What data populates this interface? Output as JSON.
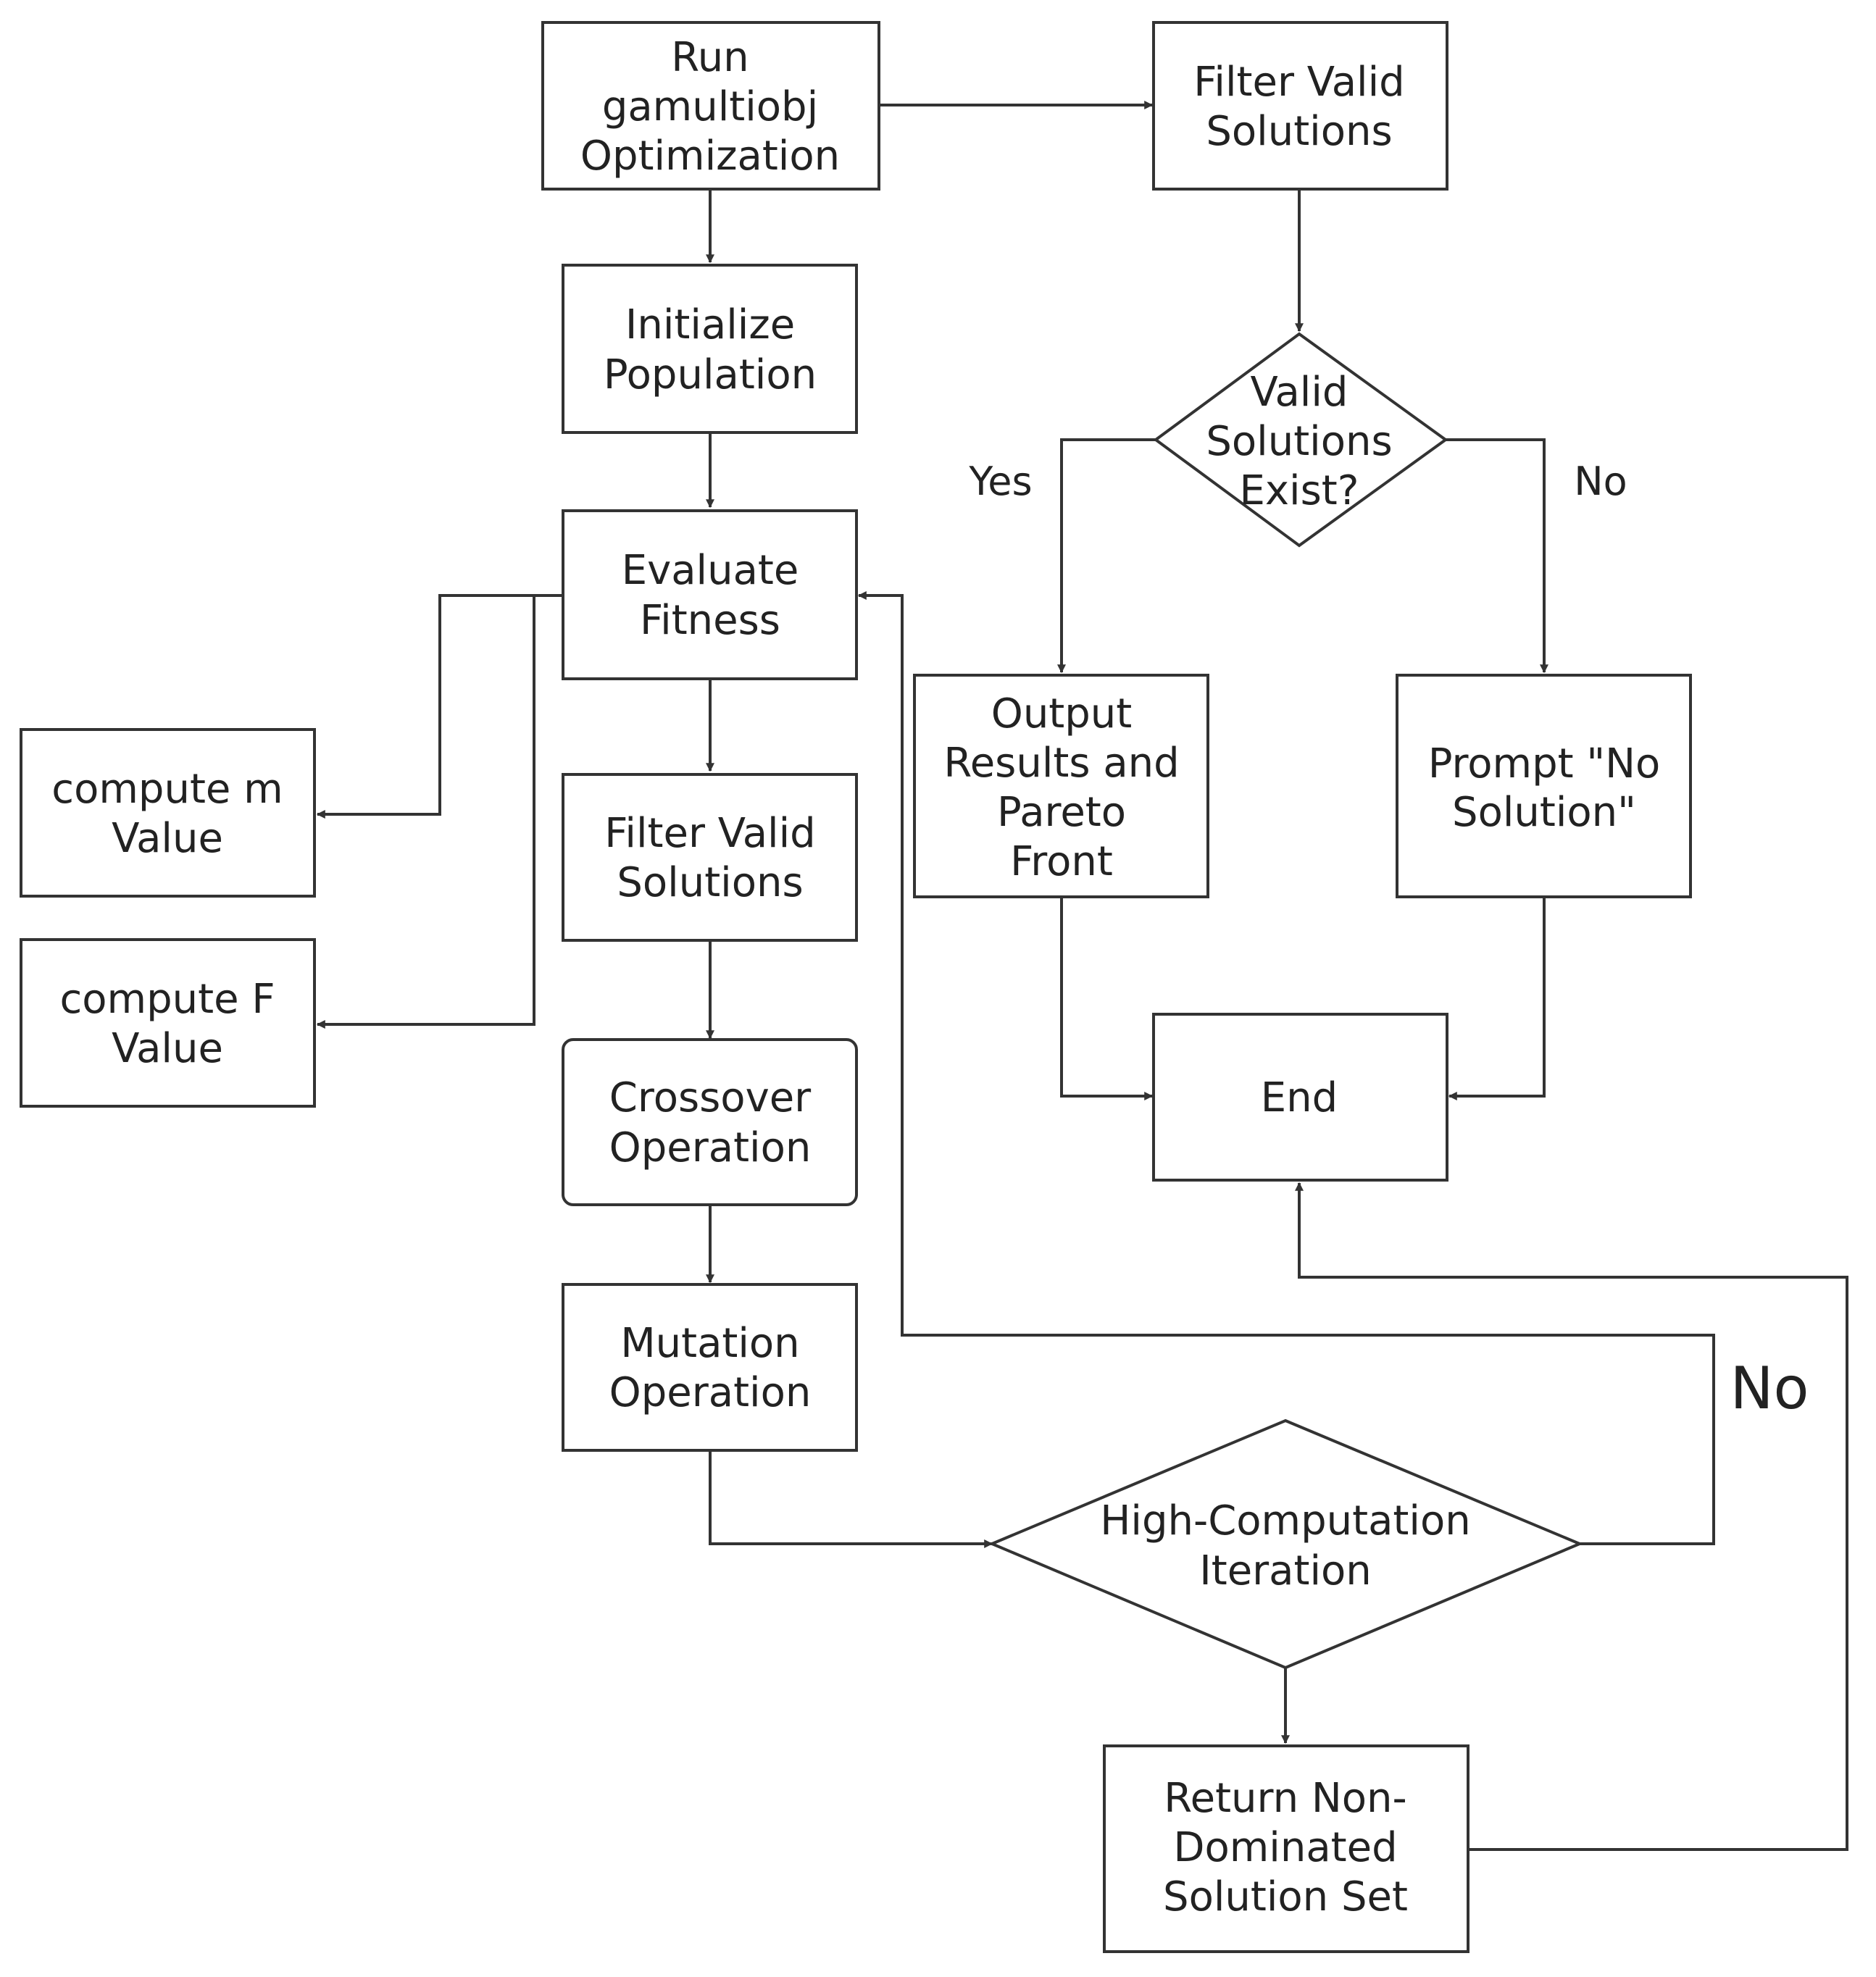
{
  "nodes": {
    "run_optimization": [
      "Run",
      "gamultiobj",
      "Optimization"
    ],
    "initialize_population": [
      "Initialize",
      "Population"
    ],
    "evaluate_fitness": [
      "Evaluate",
      "Fitness"
    ],
    "compute_m": [
      "compute m",
      "Value"
    ],
    "compute_f": [
      "compute F",
      "Value"
    ],
    "filter_valid_left": [
      "Filter Valid",
      "Solutions"
    ],
    "crossover": [
      "Crossover",
      "Operation"
    ],
    "mutation": [
      "Mutation",
      "Operation"
    ],
    "high_computation": [
      "High-Computation",
      "Iteration"
    ],
    "return_non_dominated": [
      "Return Non-",
      "Dominated",
      "Solution Set"
    ],
    "filter_valid_right": [
      "Filter Valid",
      "Solutions"
    ],
    "valid_exist": [
      "Valid",
      "Solutions",
      "Exist?"
    ],
    "output_results": [
      "Output",
      "Results and",
      "Pareto",
      "Front"
    ],
    "prompt_no_solution": [
      "Prompt \"No",
      "Solution\""
    ],
    "end": [
      "End"
    ]
  },
  "edge_labels": {
    "yes": "Yes",
    "no_right": "No",
    "no_loop": "No"
  },
  "colors": {
    "stroke": "#333333",
    "text": "#222222",
    "background": "#ffffff"
  }
}
